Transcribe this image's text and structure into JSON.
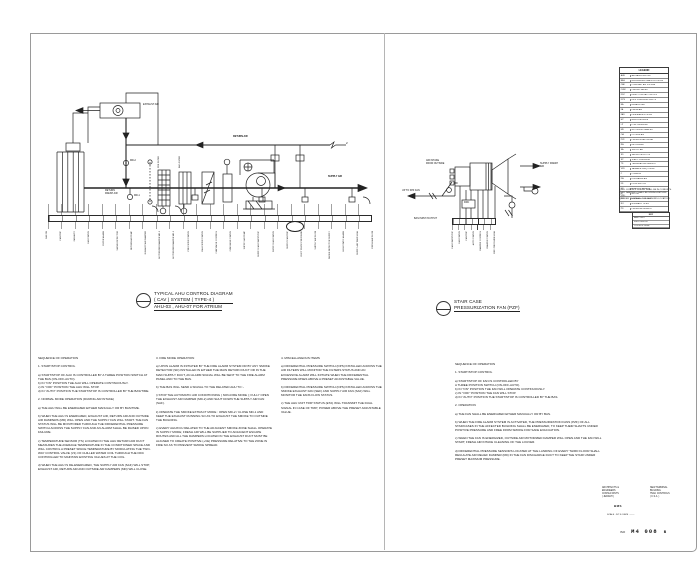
{
  "left_sheet": {
    "diagram_labels": {
      "exhaust_air": "EXHAUST AIR",
      "return_air": "RETURN AIR",
      "supply_air": "SUPPLY AIR",
      "return_fresh_air": "RETURN\nFRESH AIR",
      "md2": "MD-2",
      "md1": "MD-1",
      "pre_filter": "PRE FILTER",
      "bag_filter": "BAG FILTER",
      "zone_marker": "2"
    },
    "terminal_labels": [
      "FAN ON",
      "FAN TRIP",
      "FAN AUTO",
      "FAN STATUS",
      "FILTER ALARM",
      "SMOKE DETECTOR",
      "RETURN AIR TEMP",
      "EXHAUST AIR DAMPER",
      "MOTORIZED DAMPER MD-1",
      "MOTORIZED DAMPER MD-2",
      "PRE FILTER STATUS",
      "BAG FILTER STATUS",
      "CHW VALVE CONTROL",
      "CHW VALVE STATUS",
      "SUPPLY AIR TEMP",
      "SUPPLY FAN START/STOP",
      "SUPPLY FAN STATUS",
      "SUPPLY FAN TRIP",
      "DUCT STATIC PRESSURE",
      "SUPPLY AIR FLOW",
      "SMOKE DETECTOR SUPPLY",
      "HIGH STATIC ALARM",
      "SUPPLY AIR TEMP HIGH",
      "FRESH AIR FLOW"
    ],
    "title": {
      "line1": "TYPICAL AHU CONTROL DIAGRAM",
      "line2": "( CAV )  SYSTEM  ( TYPE-4 )",
      "line3": "AHU-03 , AHU-07  FOR  ATRIUM"
    },
    "seq_col1": [
      "SEQUENCE OF OPERATION",
      "",
      "1.   START/STOP CONTROL",
      "",
      "a)  START/STOP OF AHU IS CONTROLLED BY A THREE  POSITION SWITCH AT THE BAS (ON-OFF-AUTO).",
      "b)  IN \"ON\" POSITION THE AHU WILL OPERATE CONTINUOUSLY.",
      "c)  IN \"OFF\" POSITION THE AHU WILL STOP.",
      "d)  IN \"AUTO\" POSITION THE START/STOP IS CONTROLLED BY THE BAS/TIME.",
      "",
      "2.   NORMAL  MODE  OPERATION  (DURING  AIR  INTAKE)",
      "",
      "a)  THE AHU WILL BE ENERGIZED EITHER MANUALLY OR BY BAS/TIME.",
      "",
      "b)  WHEN THE AHU IS ENERGIZED, EXHAUST AIR, RETURN AIR AND  OUTSIDE AIR DAMPERS (MD) WILL OPEN AND THE SUPPLY FAN WILL START. THE FAN STATUS WILL BE MONITORED THROUGH THE DIFFERENTIAL PRESSURE SWITCH ACROSS THE SUPPLY FAN AND AN ALARM SHALL BE RAISED UPON FAILURE.",
      "",
      "c)  TEMPERATURE SENSOR (TS) LOCATED IN THE  AHU RETURN AIR DUCT MEASURES THE AVERAGE TEMPERATURE IN THE CONDITIONED SPACE AND WILL CONTROL A PRESET SPACE TEMPERATURE BY MODULATING THE TWO-WAY CONTROL VALVE (V1) OF CHILLED WATER COIL THROUGH THE DDC CONTROLLER TO MAINTAIN EXISTING VALUES AT THE COIL.",
      "",
      "d)  WHEN THE AHU IS DE-ENERGIZED, THE SUPPLY AIR FAN (SAF) WILL STOP; EXHAUST AIR, RETURN AIR AND OUTSIDE AIR DAMPERS (MD) WILL CLOSE."
    ],
    "seq_col2": [
      "3.   FIRE  MODE  OPERATION",
      "",
      "a)  UPON ALARM IS INITIATED BY THE FIRE ALARM SYSTEM OR BY ANY SMOKE DETECTOR (SD) INSTALLED IN EITHER THE MAIN RETURN DUCT OR IN THE MAIN SUPPLY DUCT, AN ALARM SIGNAL WILL BE SENT TO THE FIRE ALARM PANEL AND TO THE BAS.",
      "",
      "b)  THE BAS WILL SEND A SIGNAL TO THE RELATED AHU TO :-",
      "",
      "i)   STOP THE AUTOMATIC AIR CONDITIONING ( NON-FIRE MODE ); FULLY OPEN THE EXHAUST AIR DAMPER (MD-2) AND SHUT DOWN THE SUPPLY AIR FAN (SAF).",
      "",
      "ii)  OPERATE THE SMOKE EXTRACT MODE : OPEN MD-2 / CLOSE MD-1 AND KEEP THE EXHAUST RUNNING SO AS TO EXHAUST THE SMOKE TO OUTSIDE THE BUILDING.",
      "",
      "c)  EVERY AHU/FCU RELATED TO THE ADJACENT SMOKE ZONE SHALL OPERATE IN SUPPLY MODE; FRESH AIR WILL BE SUPPLIED TO ADJACENT ESCAPE ROUTES AND ALL THE DAMPERS LOCATED IN THE EXHAUST DUCT MUST BE ALIGNED TO CREATE POSITIVE (+VE) PRESSURE RELATIVE TO THE ZONE IN FIRE SO AS TO PREVENT SMOKE SPREAD."
    ],
    "seq_col3": [
      "4.   MISCELLANEOUS  ITEMS",
      "",
      "a)  DIFFERENTIAL PRESSURE SWITCH (DPS) INSTALLED ACROSS THE AIR FILTERS WILL MONITOR THE FILTERS STATUS AND AN EXCESSIVE ALARM WILL INITIATE WHEN THE DIFFERENTIAL PRESSURE RISES ABOVE A PRESET ADJUSTABLE VALUE.",
      "",
      "b)  DIFFERENTIAL PRESSURE SWITCH (DPS) INSTALLED ACROSS THE SMOKE EXHAUST FAN (SEF) AND SUPPLY AIR FAN (SAF) WILL MONITOR THE FANS FLOW STATUS.",
      "",
      "c)  THE AHU UNIT TRIP STATUS (ETA) WILL TRANSMIT THE DUAL SIGNAL IN CASE OF TRIP; POWER ABOVE THE PRESET ADJUSTABLE VALUE."
    ]
  },
  "right_sheet": {
    "diagram_labels": {
      "air_intake": "AIR INTAKE\nFROM OUTSIDE",
      "md": "MD",
      "up_to": "UP TO PZF FAN",
      "supply_fresh": "SUPPLY FRESH\nAIR",
      "bas_io": "BAS INPUT/OUTPUT",
      "ddc": "DDC"
    },
    "terminal_labels": [
      "FAN START/STOP",
      "FAN STATUS",
      "FAN TRIP",
      "AUTO STATUS",
      "DAMPER CONTROL",
      "DAMPER STATUS",
      "DIFF. PRESSURE HIGH"
    ],
    "title": {
      "line1": "STAIR CASE",
      "line2": "PRESSURIZATION FAN (PZF)"
    },
    "seq_col": [
      "SEQUENCE OF OPERATION",
      "",
      "1.   START/STOP CONTROL",
      "",
      "a)  START/STOP OF FAN IS CONTROLLED BY",
      "A THREE POSITION SWITCH (ON-OFF-AUTO).",
      "b)  IN \"ON\" POSITION THE FAN WILL OPERATE CONTINUOUSLY.",
      "c)  IN \"OFF\" POSITION THE FAN WILL STOP.",
      "d)  IN \"AUTO\" POSITION THE START/STOP IS CONTROLLED BY THE BAS.",
      "",
      "2.   OPERATION",
      "",
      "a)  THE FAN SHALL BE ENERGIZED EITHER MANUALLY OR BY BAS.",
      "",
      "b)  WHEN THE FIRE ALARM SYSTEM IS ACTIVATED, THE PRESSURIZATION FANS (PZF) OF ALL STAIRCASES IN THE AFFECTED BUILDING SHALL BE ENERGIZED, TO KEEP THEIR SHAFTS UNDER POSITIVE PRESSURE AND FREE FROM SMOKE FOR SAFE EVACUATION.",
      "",
      "c)  WHEN THE FAN IS ENERGIZED, OUTSIDE AIR MOTORIZED DAMPER WILL OPEN AND THE FAN WILL START; FRESH AIR INTAKE CLEANING OF THE LOUVER.",
      "",
      "d)  DIFFERENTIAL PRESSURE SENSORS LOCATED AT THE LANDING OF EVERY THIRD FLOOR SHALL REGULATE AIR RELIEF DAMPER (RD) IN THE FAN DISCHARGE DUCT TO KEEP THE STAIR UNDER PRESET MAXIMUM PRESSURE."
    ]
  },
  "legend": {
    "title": "LEGEND",
    "rows": [
      {
        "abbr": "AHU",
        "desc": "AIR HANDLING UNIT"
      },
      {
        "abbr": "BAS",
        "desc": "BUILDING AUTOMATION SYSTEM"
      },
      {
        "abbr": "CAV",
        "desc": "CONSTANT AIR VOLUME"
      },
      {
        "abbr": "CHW",
        "desc": "CHILLED WATER"
      },
      {
        "abbr": "DDC",
        "desc": "DIRECT DIGITAL CONTROL"
      },
      {
        "abbr": "DPS",
        "desc": "DIFF. PRESSURE SWITCH"
      },
      {
        "abbr": "EA",
        "desc": "EXHAUST AIR"
      },
      {
        "abbr": "FA",
        "desc": "FRESH AIR"
      },
      {
        "abbr": "FAS",
        "desc": "FIRE ALARM SYSTEM"
      },
      {
        "abbr": "HP",
        "desc": "HIGH PRESSURE"
      },
      {
        "abbr": "LP",
        "desc": "LOW PRESSURE"
      },
      {
        "abbr": "MD",
        "desc": "MOTORIZED DAMPER"
      },
      {
        "abbr": "OA",
        "desc": "OUTSIDE AIR"
      },
      {
        "abbr": "PZF",
        "desc": "PRESSURIZATION FAN"
      },
      {
        "abbr": "RA",
        "desc": "RETURN AIR"
      },
      {
        "abbr": "SA",
        "desc": "SUPPLY AIR"
      },
      {
        "abbr": "SD",
        "desc": "SMOKE DETECTOR"
      },
      {
        "abbr": "SP",
        "desc": "STATIC PRESSURE"
      },
      {
        "abbr": "TS",
        "desc": "TEMPERATURE SENSOR"
      },
      {
        "abbr": "VFD",
        "desc": "VARIABLE FREQ. DRIVE"
      },
      {
        "abbr": "C",
        "desc": "COMMON"
      },
      {
        "abbr": "DA",
        "desc": "DISCHARGE AIR"
      },
      {
        "abbr": "FS",
        "desc": "FLOW SWITCH"
      },
      {
        "abbr": "HS",
        "desc": "HUMIDITY SENSOR"
      },
      {
        "abbr": "M",
        "desc": "MOTOR"
      },
      {
        "abbr": "NC",
        "desc": "NORMALLY CLOSED"
      },
      {
        "abbr": "NO",
        "desc": "NORMALLY OPEN"
      },
      {
        "abbr": "PS",
        "desc": "PRESSURE SENSOR"
      }
    ]
  },
  "notes": [
    "1)  ALL CONTROL WIRING SHALL BE IN CONDUITS.",
    "2)  ALL DAMPERS SHALL BE SPRING RETURN TYPE.",
    "3)  REFER TO SPECS. FOR SENSORS LOCATION."
  ],
  "keybox": {
    "title": "KEY",
    "rows": [
      "BAS POINT",
      "FIELD DEVICE",
      "CONTROL WIRE"
    ]
  },
  "title_block": {
    "firm": [
      "ARCHITECTS &",
      "ENGINEERS",
      "CONSULTANTS",
      "( JEDDAH )"
    ],
    "project": [
      "NEW TERMINAL",
      "BUILDING",
      "HVAC CONTROLS",
      "( K.S.A. )"
    ],
    "system": "BMS",
    "meta": "SCALE : N.T.S.      DATE : ——",
    "std": "ISO",
    "dwg_no": "M4 008",
    "rev": "B"
  }
}
